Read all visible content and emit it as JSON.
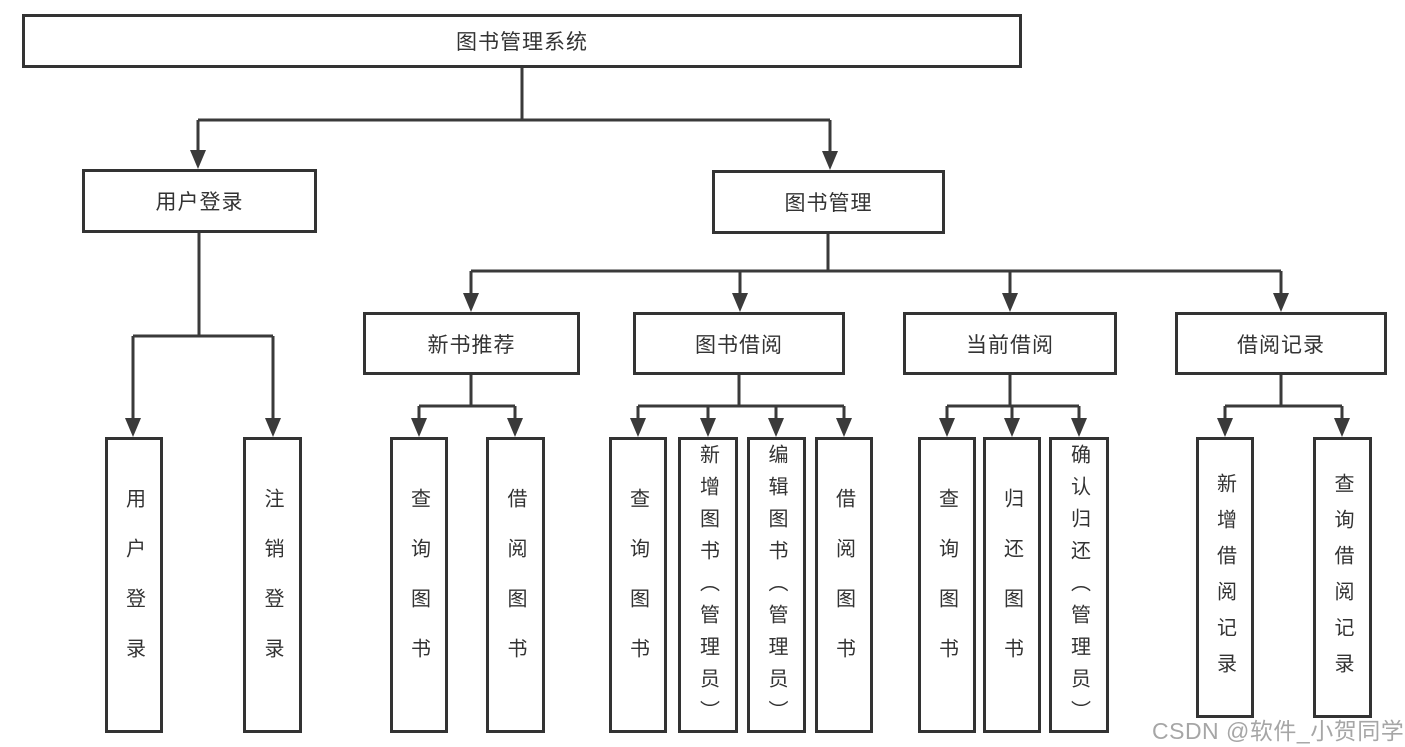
{
  "tree": {
    "root": "图书管理系统",
    "branches": [
      {
        "label": "用户登录",
        "leaves": [
          "用户登录",
          "注销登录"
        ]
      },
      {
        "label": "图书管理",
        "groups": [
          {
            "label": "新书推荐",
            "leaves": [
              "查询图书",
              "借阅图书"
            ]
          },
          {
            "label": "图书借阅",
            "leaves": [
              "查询图书",
              "新增图书（管理员）",
              "编辑图书（管理员）",
              "借阅图书"
            ]
          },
          {
            "label": "当前借阅",
            "leaves": [
              "查询图书",
              "归还图书",
              "确认归还（管理员）"
            ]
          },
          {
            "label": "借阅记录",
            "leaves": [
              "新增借阅记录",
              "查询借阅记录"
            ]
          }
        ]
      }
    ]
  },
  "watermark": "CSDN @软件_小贺同学",
  "colors": {
    "line": "#3a3a3a",
    "box_border": "#333333",
    "box_background": "#ffffff",
    "text": "#333333",
    "watermark": "#969696",
    "page_background": "#ffffff"
  }
}
